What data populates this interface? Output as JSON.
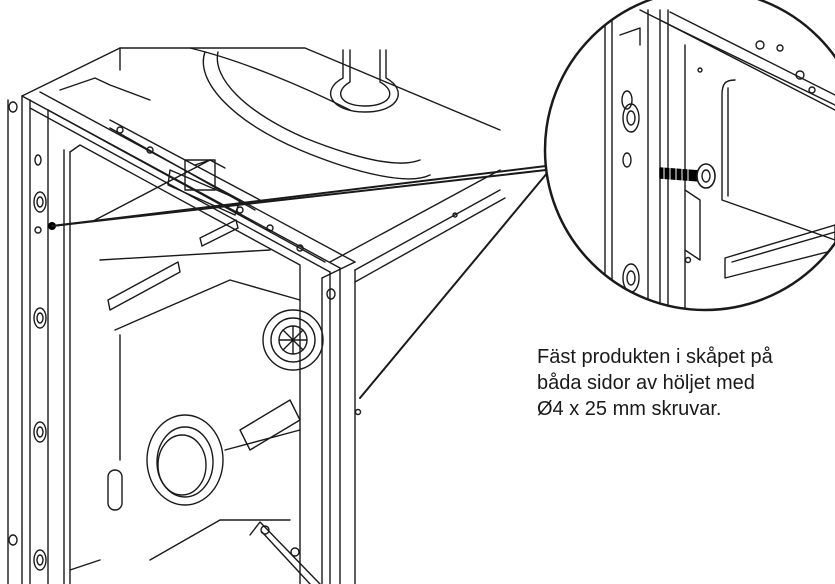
{
  "instruction": {
    "lines": [
      "Fäst produkten i skåpet på",
      "båda sidor av höljet med",
      "Ø4 x 25 mm skruvar."
    ]
  },
  "colors": {
    "line": "#1a1a1a",
    "panel": "#ffffff",
    "screw": "#000000"
  },
  "icons": [
    "appliance-housing-drawing",
    "screw-detail-magnifier",
    "screw-icon"
  ]
}
